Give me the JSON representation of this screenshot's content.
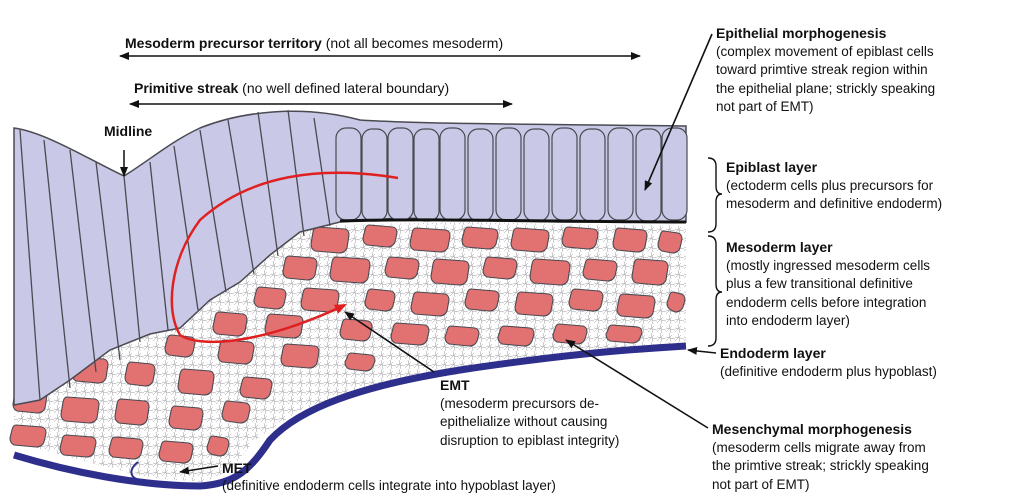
{
  "colors": {
    "epiblast": "#c9c8e6",
    "cell_outline": "#4a4a52",
    "mesoderm": "#e27272",
    "endoderm": "#2e2e8c",
    "migration_path": "#e02020",
    "background": "#ffffff"
  },
  "header": {
    "territory": {
      "bold": "Mesoderm precursor territory",
      "note": " (not all becomes mesoderm)"
    },
    "streak": {
      "bold": "Primitive streak",
      "note": " (no well defined lateral boundary)"
    }
  },
  "midline_label": "Midline",
  "emt": {
    "title": "EMT",
    "lines": [
      "(mesoderm precursors de-",
      "epithelialize without causing",
      "disruption to epiblast integrity)"
    ]
  },
  "met": {
    "title": "MET",
    "note": "(definitive endoderm cells integrate into hypoblast layer)"
  },
  "right_labels": {
    "epithelial": {
      "title": "Epithelial morphogenesis",
      "lines": [
        "(complex movement of epiblast cells",
        "toward primtive streak region within",
        "the epithelial plane; strickly speaking",
        "not part of EMT)"
      ]
    },
    "epiblast": {
      "title": "Epiblast layer",
      "lines": [
        "(ectoderm cells plus precursors for",
        "mesoderm and definitive endoderm)"
      ]
    },
    "mesoderm": {
      "title": "Mesoderm layer",
      "lines": [
        "(mostly ingressed mesoderm cells",
        "plus a few transitional definitive",
        "endoderm cells before integration",
        "into endoderm layer)"
      ]
    },
    "endoderm": {
      "title": "Endoderm layer",
      "lines": [
        "(definitive endoderm plus hypoblast)"
      ]
    },
    "mesenchymal": {
      "title": "Mesenchymal morphogenesis",
      "lines": [
        "(mesoderm cells migrate away from",
        "the primtive streak; strickly speaking",
        "not part of EMT)"
      ]
    }
  }
}
